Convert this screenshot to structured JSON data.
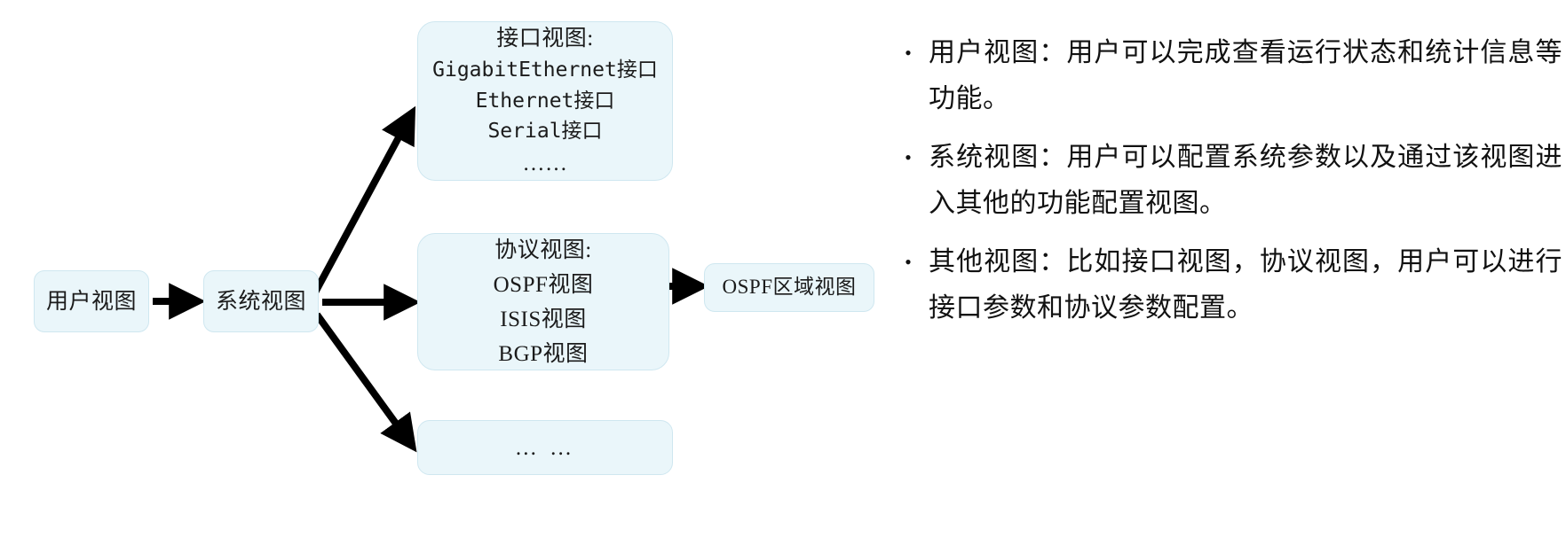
{
  "diagram": {
    "nodes": {
      "user_view": {
        "label": "用户视图"
      },
      "system_view": {
        "label": "系统视图"
      },
      "interface_view": {
        "title": "接口视图:",
        "lines": [
          "GigabitEthernet接口",
          "Ethernet接口",
          "Serial接口",
          "……"
        ]
      },
      "protocol_view": {
        "title": "协议视图:",
        "lines": [
          "OSPF视图",
          "ISIS视图",
          "BGP视图"
        ]
      },
      "ospf_area_view": {
        "label": "OSPF区域视图"
      },
      "more_view": {
        "label": "… …"
      }
    },
    "colors": {
      "node_fill": "#eaf6fa",
      "node_border": "#cfe7f0",
      "arrow": "#000000",
      "text": "#1a1a1a",
      "background": "#ffffff"
    }
  },
  "bullets": {
    "marker": "•",
    "items": [
      {
        "text": "用户视图：用户可以完成查看运行状态和统计信息等功能。"
      },
      {
        "text": "系统视图：用户可以配置系统参数以及通过该视图进入其他的功能配置视图。"
      },
      {
        "text": "其他视图：比如接口视图，协议视图，用户可以进行接口参数和协议参数配置。"
      }
    ]
  }
}
